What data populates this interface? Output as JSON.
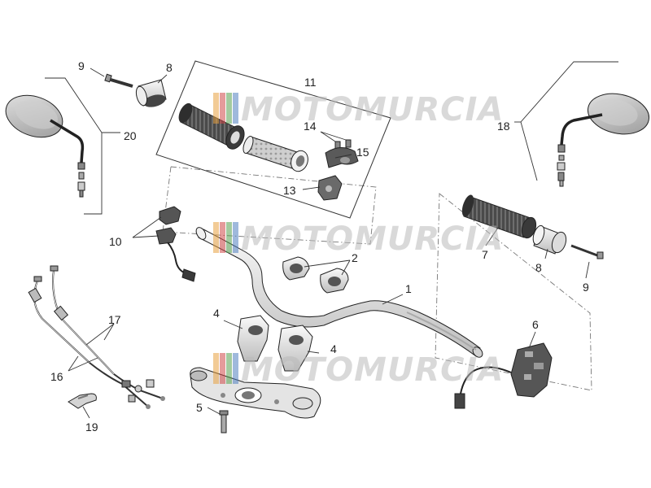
{
  "watermark": {
    "text": "MOTOMURCIA",
    "colors": [
      "#e8a040",
      "#d04848",
      "#58a050",
      "#5080c0"
    ]
  },
  "callouts": {
    "c1": "1",
    "c2": "2",
    "c4a": "4",
    "c4b": "4",
    "c5": "5",
    "c6": "6",
    "c7": "7",
    "c8a": "8",
    "c8b": "8",
    "c9a": "9",
    "c9b": "9",
    "c10": "10",
    "c11": "11",
    "c13": "13",
    "c14": "14",
    "c15": "15",
    "c16": "16",
    "c17": "17",
    "c18": "18",
    "c19": "19",
    "c20": "20"
  },
  "colors": {
    "metal": "#e6e6e6",
    "rubber": "#555555",
    "dark": "#333333",
    "line": "#222222"
  }
}
